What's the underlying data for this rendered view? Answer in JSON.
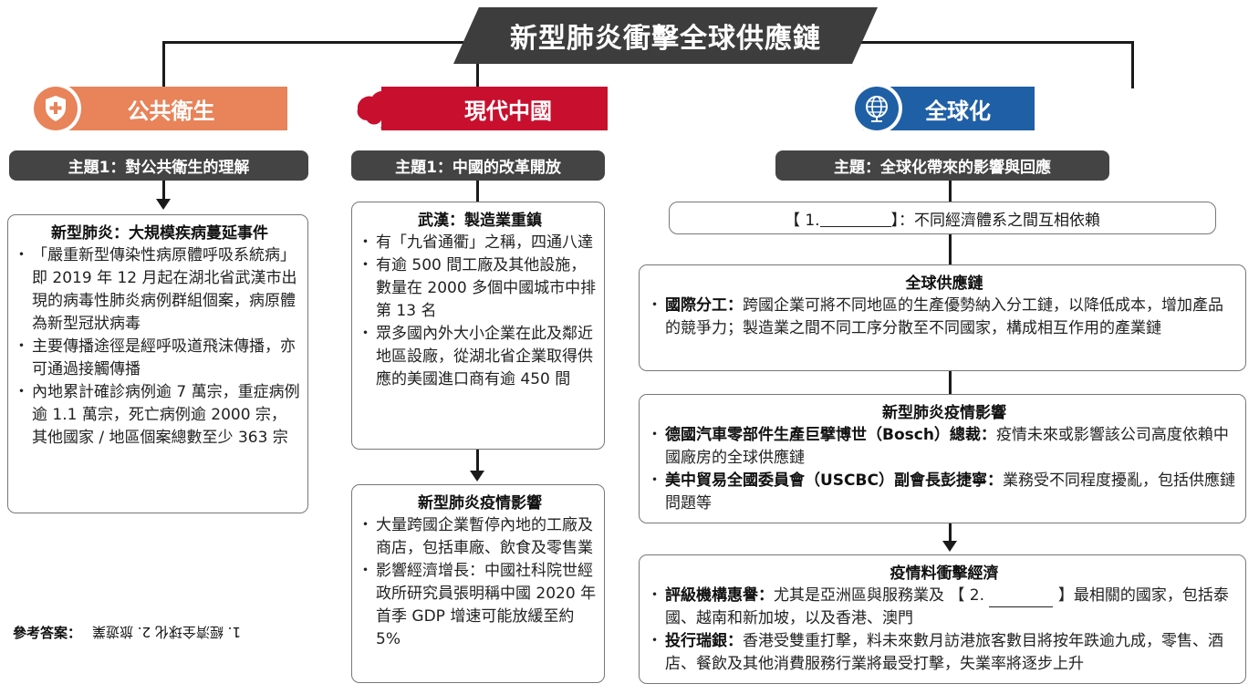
{
  "title": "新型肺炎衝擊全球供應鏈",
  "colors": {
    "public_health": "#e8835a",
    "modern_china": "#c8102e",
    "globalization": "#1f5fa6",
    "dark": "#444444"
  },
  "columns": {
    "public_health": {
      "category": "公共衛生",
      "icon": "stethoscope-shield-icon",
      "theme": "主題1：對公共衛生的理解",
      "box1": {
        "title": "新型肺炎：大規模疾病蔓延事件",
        "bullets": [
          "「嚴重新型傳染性病原體呼吸系統病」即 2019 年 12 月起在湖北省武漢市出現的病毒性肺炎病例群組個案，病原體為新型冠狀病毒",
          "主要傳播途徑是經呼吸道飛沫傳播，亦可通過接觸傳播",
          "內地累計確診病例逾 7 萬宗，重症病例逾 1.1 萬宗，死亡病例逾 2000 宗，其他國家 / 地區個案總數至少 363 宗"
        ]
      }
    },
    "modern_china": {
      "category": "現代中國",
      "icon": "china-map-icon",
      "theme": "主題1：中國的改革開放",
      "box1": {
        "title": "武漢：製造業重鎮",
        "bullets": [
          "有「九省通衢」之稱，四通八達",
          "有逾 500 間工廠及其他設施，數量在 2000 多個中國城市中排第 13 名",
          "眾多國內外大小企業在此及鄰近地區設廠，從湖北省企業取得供應的美國進口商有逾 450 間"
        ]
      },
      "box2": {
        "title": "新型肺炎疫情影響",
        "bullets": [
          "大量跨國企業暫停內地的工廠及商店，包括車廠、飲食及零售業",
          "影響經濟增長：中國社科院世經政所研究員張明稱中國 2020 年首季 GDP 增速可能放緩至約 5%"
        ]
      }
    },
    "globalization": {
      "category": "全球化",
      "icon": "globe-icon",
      "theme": "主題：全球化帶來的影響與回應",
      "definition": {
        "prefix": "【 1.",
        "suffix": " 】：不同經濟體系之間互相依賴"
      },
      "box1": {
        "title": "全球供應鏈",
        "bullets": [
          {
            "bold": "國際分工：",
            "text": "跨國企業可將不同地區的生產優勢納入分工鏈，以降低成本，增加產品的競爭力；製造業之間不同工序分散至不同國家，構成相互作用的產業鏈"
          }
        ]
      },
      "box2": {
        "title": "新型肺炎疫情影響",
        "bullets": [
          {
            "bold": "德國汽車零部件生產巨擘博世（Bosch）總裁：",
            "text": "疫情未來或影響該公司高度依賴中國廠房的全球供應鏈"
          },
          {
            "bold": "美中貿易全國委員會（USCBC）副會長彭捷寧：",
            "text": "業務受不同程度擾亂，包括供應鏈問題等"
          }
        ]
      },
      "box3": {
        "title": "疫情料衝擊經濟",
        "bullets": [
          {
            "bold": "評級機構惠譽：",
            "text_before": "尤其是亞洲區與服務業及 【 2. ",
            "text_after": " 】最相關的國家，包括泰國、越南和新加坡，以及香港、澳門"
          },
          {
            "bold": "投行瑞銀：",
            "text": "香港受雙重打擊，料未來數月訪港旅客數目將按年跌逾九成，零售、酒店、餐飲及其他消費服務行業將最受打擊，失業率將逐步上升"
          }
        ]
      }
    }
  },
  "answer": {
    "label": "參考答案：",
    "text": "1. 經濟全球化 2. 旅遊業"
  }
}
